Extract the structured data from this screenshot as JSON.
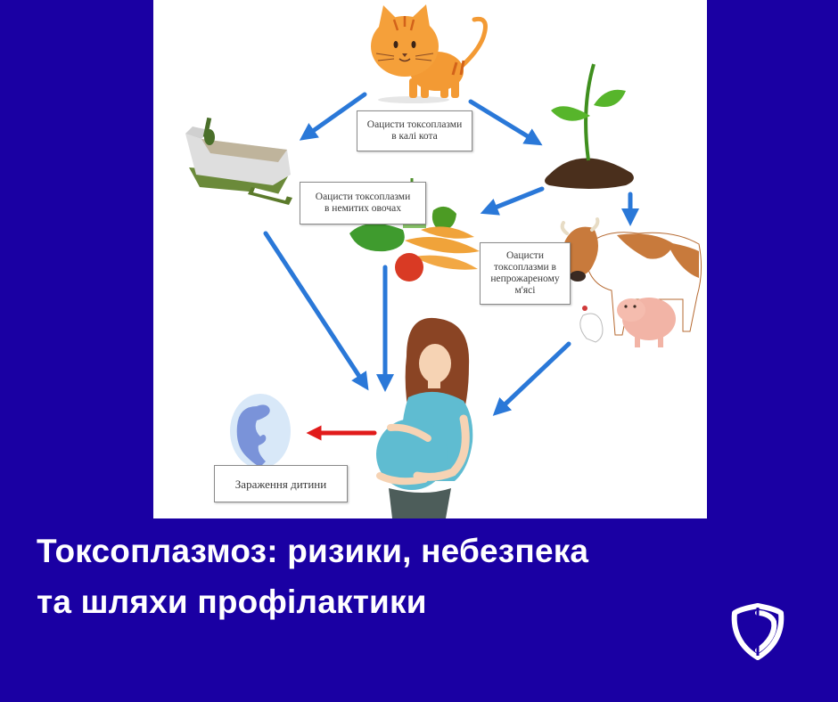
{
  "colors": {
    "background": "#1a00a3",
    "panel": "#ffffff",
    "arrow_blue": "#2a78d8",
    "arrow_red": "#e11b1b",
    "title_text": "#ffffff"
  },
  "diagram": {
    "labels": {
      "cat_feces": "Оацисти токсоплазми\nв калі кота",
      "unwashed_vegetables": "Оацисти токсоплазми\nв немитих овочах",
      "undercooked_meat": "Оацисти\nтоксоплазми в\nнепрожареному\nм'ясі",
      "child_infection": "Зараження дитини"
    },
    "nodes": [
      {
        "id": "cat",
        "icon": "cat-icon"
      },
      {
        "id": "litter-box",
        "icon": "litter-box-icon"
      },
      {
        "id": "sprout-soil",
        "icon": "sprout-icon"
      },
      {
        "id": "vegetables",
        "icon": "vegetables-icon"
      },
      {
        "id": "farm-animals",
        "icon": "cow-pig-chicken-icon"
      },
      {
        "id": "pregnant-woman",
        "icon": "pregnant-woman-icon"
      },
      {
        "id": "embryo",
        "icon": "embryo-icon"
      }
    ],
    "edges": [
      {
        "from": "cat",
        "to": "litter-box",
        "color": "blue"
      },
      {
        "from": "cat",
        "to": "sprout-soil",
        "color": "blue"
      },
      {
        "from": "sprout-soil",
        "to": "vegetables",
        "color": "blue"
      },
      {
        "from": "sprout-soil",
        "to": "farm-animals",
        "color": "blue"
      },
      {
        "from": "litter-box",
        "to": "pregnant-woman",
        "color": "blue"
      },
      {
        "from": "vegetables",
        "to": "pregnant-woman",
        "color": "blue"
      },
      {
        "from": "farm-animals",
        "to": "pregnant-woman",
        "color": "blue"
      },
      {
        "from": "pregnant-woman",
        "to": "embryo",
        "color": "red"
      }
    ]
  },
  "title": {
    "line1": "Токсоплазмоз: ризики, небезпека",
    "line2": "та шляхи профілактики"
  },
  "logo": {
    "icon": "shield-heart-logo-icon"
  }
}
